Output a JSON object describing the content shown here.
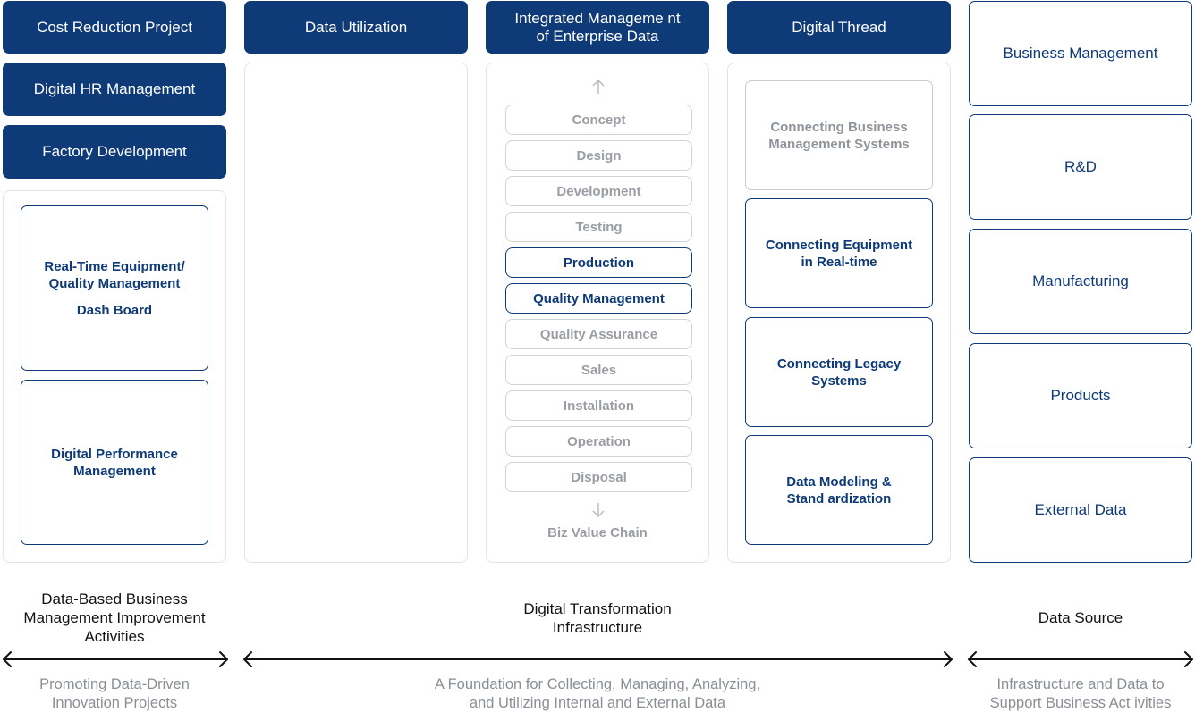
{
  "columns": {
    "activities": {
      "projects": [
        "Cost Reduction Project",
        "Digital HR Management",
        "Factory Development"
      ],
      "cards": [
        {
          "lines": [
            "Real-Time Equipment/",
            "Quality Management"
          ],
          "sub": "Dash Board"
        },
        {
          "lines": [
            "Digital Performance",
            "Management"
          ]
        }
      ]
    },
    "data_utilization": {
      "title": "Data Utilization"
    },
    "integrated": {
      "title_lines": [
        "Integrated Manageme nt",
        "of Enterprise Data"
      ],
      "chain": [
        "Concept",
        "Design",
        "Development",
        "Testing",
        "Production",
        "Quality Management",
        "Quality Assurance",
        "Sales",
        "Installation",
        "Operation",
        "Disposal"
      ],
      "active": [
        "Production",
        "Quality Management"
      ],
      "footer": "Biz Value Chain"
    },
    "digital_thread": {
      "title": "Digital Thread",
      "cards": [
        {
          "lines": [
            "Connecting Business",
            "Management Systems"
          ],
          "style": "grey"
        },
        {
          "lines": [
            "Connecting Equipment",
            "in Real-time"
          ],
          "style": "active"
        },
        {
          "lines": [
            "Connecting Legacy",
            "Systems"
          ],
          "style": "active"
        },
        {
          "lines": [
            "Data Modeling &",
            "Stand ardization"
          ],
          "style": "active"
        }
      ]
    },
    "data_source": {
      "items": [
        "Business Management",
        "R&D",
        "Manufacturing",
        "Products",
        "External Data"
      ]
    }
  },
  "sections": [
    {
      "heading_lines": [
        "Data-Based Business",
        "Management Improvement",
        "Activities"
      ],
      "caption_lines": [
        "Promoting Data-Driven",
        "Innovation Projects"
      ]
    },
    {
      "heading_lines": [
        "Digital Transformation",
        "Infrastructure"
      ],
      "caption_lines": [
        "A Foundation for Collecting, Managing, Analyzing,",
        "and Utilizing Internal and External Data"
      ]
    },
    {
      "heading_lines": [
        "Data Source"
      ],
      "caption_lines": [
        "Infrastructure and Data to",
        "Support Business Act ivities"
      ]
    }
  ],
  "colors": {
    "navy": "#0e3a78",
    "grey_text": "#9a9ea4",
    "border": "#e1e4e8"
  }
}
